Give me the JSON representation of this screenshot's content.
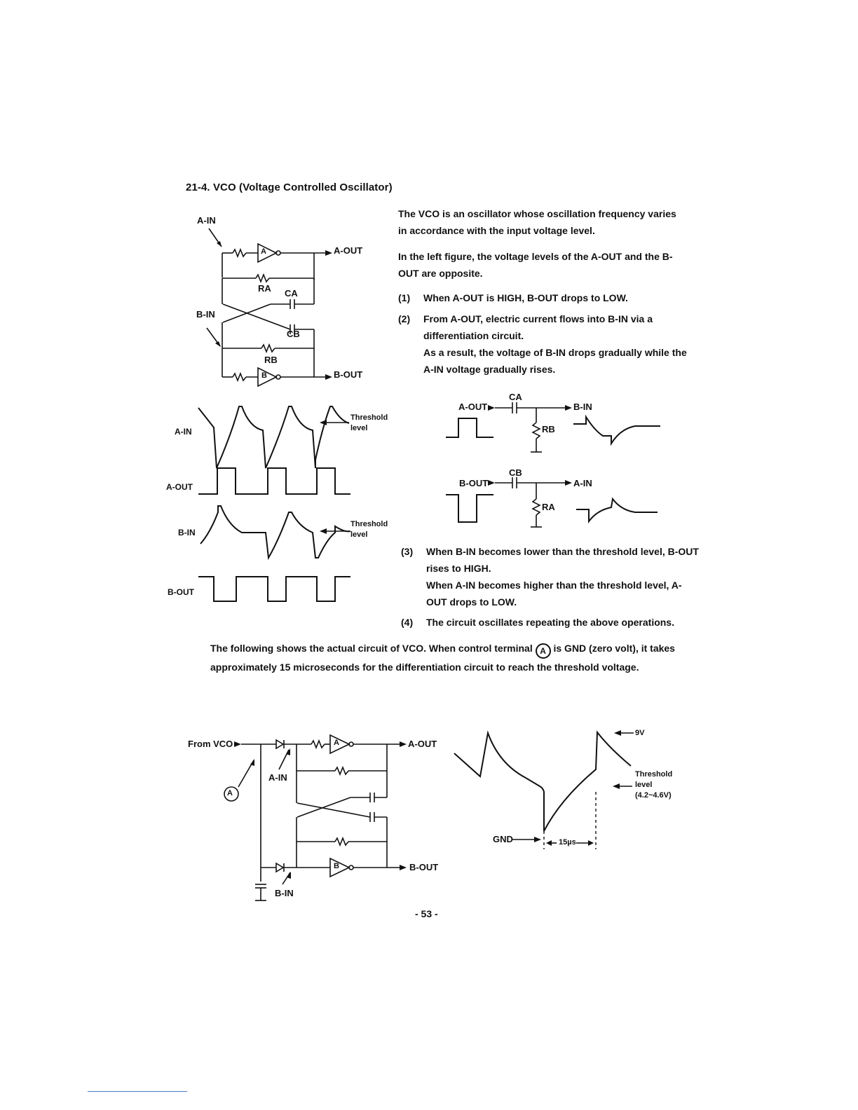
{
  "section": {
    "title": "21-4. VCO (Voltage Controlled Oscillator)"
  },
  "intro": {
    "p1": "The VCO is an oscillator whose oscillation frequency varies in accordance with the input voltage level.",
    "p2": "In the left figure, the voltage levels of the A-OUT and the B-OUT are opposite."
  },
  "steps": [
    {
      "num": "(1)",
      "text": "When A-OUT is HIGH, B-OUT drops to LOW."
    },
    {
      "num": "(2)",
      "text": "From A-OUT, electric current flows into B-IN via a differentiation circuit."
    },
    {
      "num": "",
      "text": "As a result, the voltage of B-IN drops gradually while the A-IN voltage gradually rises."
    },
    {
      "num": "(3)",
      "text": "When B-IN becomes lower than the threshold level, B-OUT rises to HIGH."
    },
    {
      "num": "",
      "text": "When A-IN becomes higher than the threshold level, A-OUT drops to LOW."
    },
    {
      "num": "(4)",
      "text": "The circuit oscillates repeating the above operations."
    }
  ],
  "actual_circuit_para": {
    "before": "The following shows the actual circuit of VCO. When control terminal",
    "marker": "A",
    "after": "is GND (zero volt), it takes approximately 15 microseconds for the differentiation circuit to reach the threshold voltage."
  },
  "fig1_labels": {
    "a_in": "A-IN",
    "b_in": "B-IN",
    "a_out": "A-OUT",
    "b_out": "B-OUT",
    "ra": "RA",
    "rb": "RB",
    "ca": "CA",
    "cb": "CB",
    "gate_a": "A",
    "gate_b": "B"
  },
  "wave_labels": {
    "a_in": "A-IN",
    "a_out": "A-OUT",
    "b_in": "B-IN",
    "b_out": "B-OUT",
    "threshold_1": "Threshold",
    "threshold_2": "level"
  },
  "diff_circuit_labels": {
    "a_out": "A-OUT",
    "b_in": "B-IN",
    "ca": "CA",
    "rb": "RB",
    "b_out": "B-OUT",
    "a_in": "A-IN",
    "cb": "CB",
    "ra": "RA"
  },
  "fig2_labels": {
    "from_vco": "From VCO",
    "a_in": "A-IN",
    "b_in": "B-IN",
    "a_out": "A-OUT",
    "b_out": "B-OUT",
    "terminal": "A",
    "gate_a": "A",
    "gate_b": "B"
  },
  "timing_labels": {
    "v9": "9V",
    "threshold": "Threshold",
    "level": "level",
    "range": "(4.2~4.6V)",
    "gnd": "GND",
    "time": "15µs"
  },
  "page_number": "- 53 -"
}
